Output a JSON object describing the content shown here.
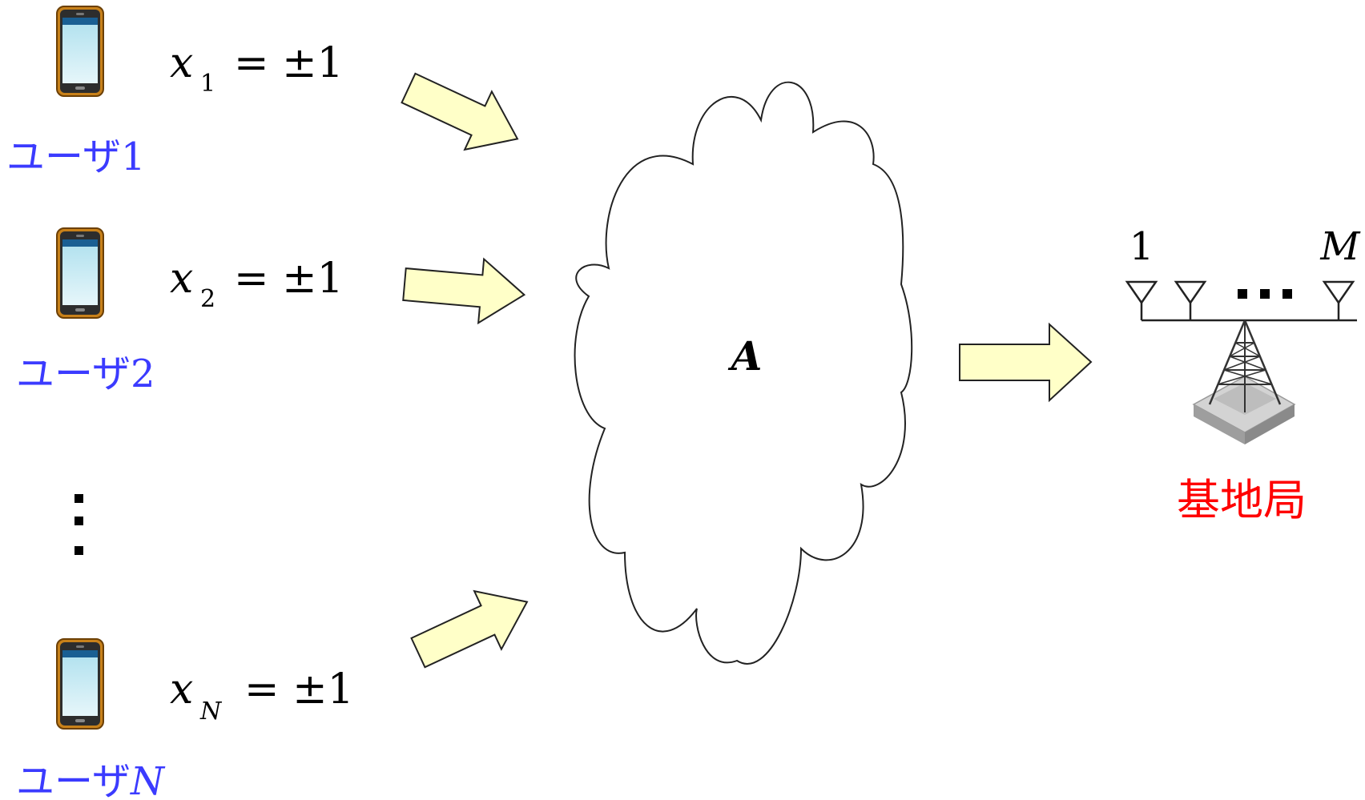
{
  "users": [
    {
      "symbol": "x",
      "subscript": "1",
      "value": "= ±1",
      "label_prefix": "ユーザ",
      "label_index": "1"
    },
    {
      "symbol": "x",
      "subscript": "2",
      "value": "= ±1",
      "label_prefix": "ユーザ",
      "label_index": "2"
    },
    {
      "symbol": "x",
      "subscript": "N",
      "value": "= ±1",
      "label_prefix": "ユーザ",
      "label_index": "N"
    }
  ],
  "channel": {
    "label": "A"
  },
  "base_station": {
    "label": "基地局",
    "antenna_first": "1",
    "antenna_last": "M"
  },
  "colors": {
    "user_label": "#3b3bff",
    "base_station_label": "#ff0000",
    "arrow_fill": "#ffffc8",
    "phone_body": "#c8811a"
  },
  "icons": [
    "smartphone-icon",
    "vertical-ellipsis-icon",
    "arrow-icon",
    "cloud-icon",
    "antenna-icon",
    "tower-icon"
  ]
}
